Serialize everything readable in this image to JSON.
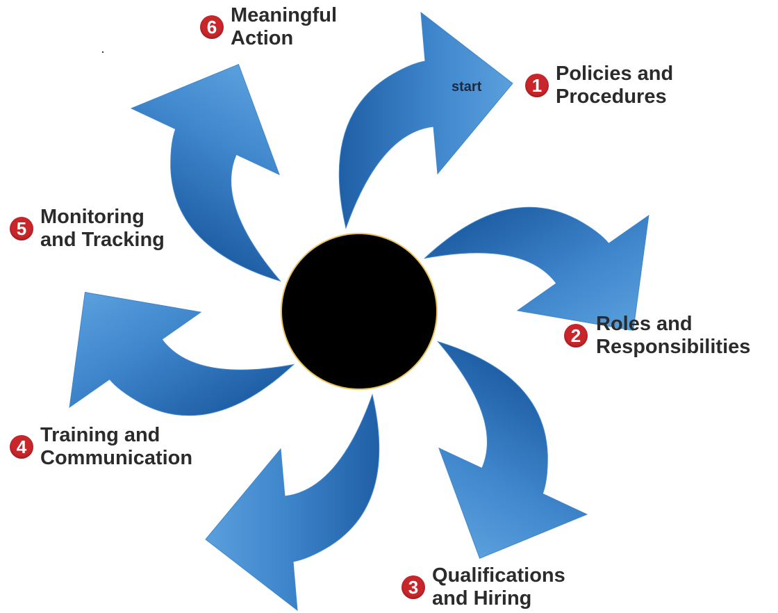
{
  "center": {
    "color": "#000000",
    "ring_color": "#e8c25a"
  },
  "arrow_color": "#3f86cc",
  "start_text": "start",
  "steps": [
    {
      "number": "1",
      "line1": "Policies and",
      "line2": "Procedures"
    },
    {
      "number": "2",
      "line1": "Roles and",
      "line2": "Responsibilities"
    },
    {
      "number": "3",
      "line1": "Qualifications",
      "line2": "and Hiring"
    },
    {
      "number": "4",
      "line1": "Training and",
      "line2": "Communication"
    },
    {
      "number": "5",
      "line1": "Monitoring",
      "line2": "and Tracking"
    },
    {
      "number": "6",
      "line1": "Meaningful",
      "line2": "Action"
    }
  ]
}
